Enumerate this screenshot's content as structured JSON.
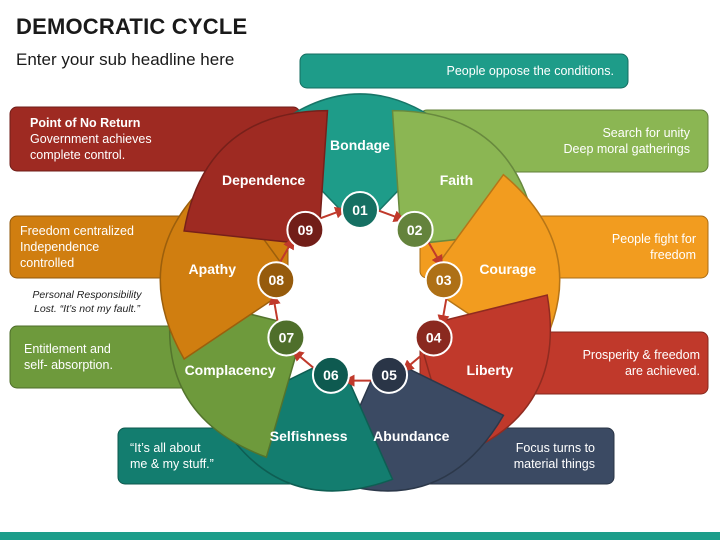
{
  "header": {
    "title": "DEMOCRATIC CYCLE",
    "subtitle": "Enter your sub headline here"
  },
  "note": {
    "line1": "Personal Responsibility",
    "line2": "Lost. “It’s not my fault.”"
  },
  "stages": [
    {
      "num": "01",
      "name": "Bondage",
      "color": "#1e9c89",
      "desc": [
        "People oppose the conditions."
      ]
    },
    {
      "num": "02",
      "name": "Faith",
      "color": "#8bb653",
      "desc": [
        "Search for unity",
        "Deep moral gatherings"
      ]
    },
    {
      "num": "03",
      "name": "Courage",
      "color": "#f29c1f",
      "desc": [
        "People fight for",
        "freedom"
      ]
    },
    {
      "num": "04",
      "name": "Liberty",
      "color": "#c0392b",
      "desc": [
        "Prosperity & freedom",
        "are achieved."
      ]
    },
    {
      "num": "05",
      "name": "Abundance",
      "color": "#3b4a63",
      "desc": [
        "Focus turns to",
        "material things"
      ]
    },
    {
      "num": "06",
      "name": "Selfishness",
      "color": "#137d6f",
      "desc": [
        "“It’s all about",
        "me & my stuff.”"
      ]
    },
    {
      "num": "07",
      "name": "Complacency",
      "color": "#6e9a3c",
      "desc": [
        "Entitlement and",
        "self- absorption."
      ]
    },
    {
      "num": "08",
      "name": "Apathy",
      "color": "#d07e10",
      "desc": [
        "Freedom centralized",
        "Independence",
        "controlled"
      ]
    },
    {
      "num": "09",
      "name": "Dependence",
      "color": "#9e2a22",
      "desc": [
        "Point of No Return",
        "Government achieves",
        "complete control."
      ]
    }
  ],
  "colors": {
    "bottom_bar": "#1c9d8a",
    "arrow": "#c0392b"
  }
}
